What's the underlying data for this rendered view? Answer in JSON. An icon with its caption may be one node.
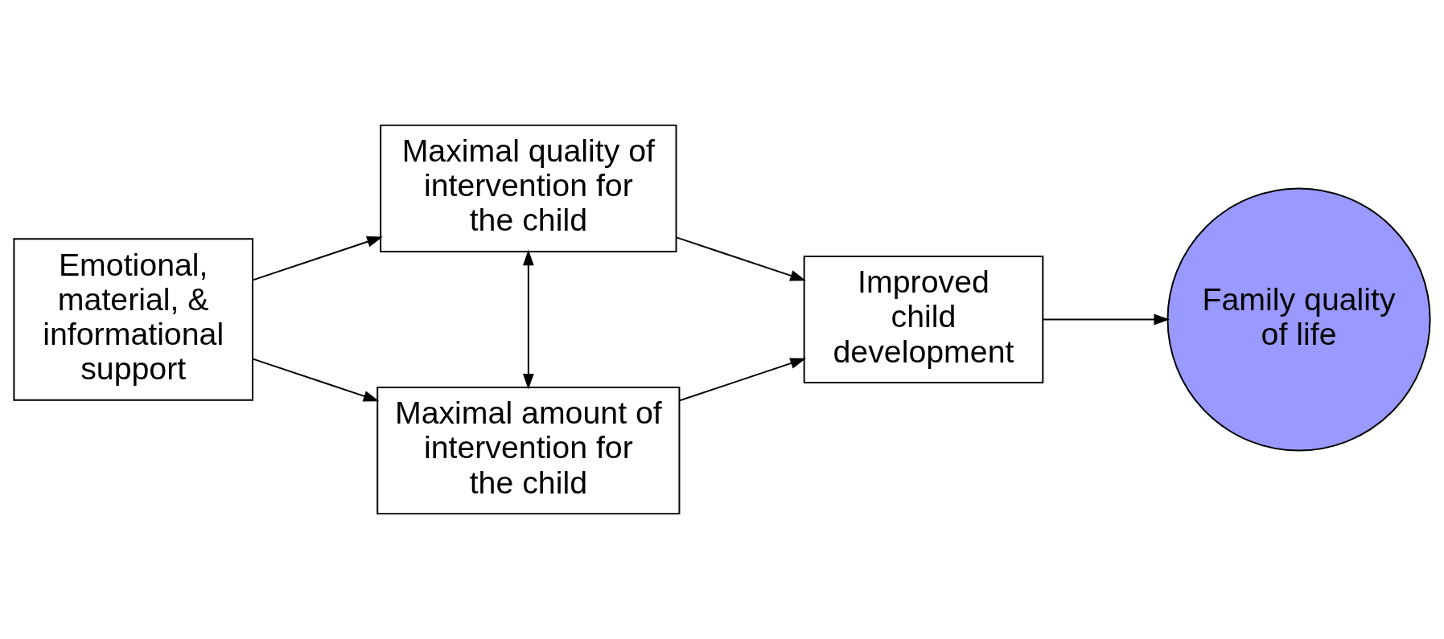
{
  "diagram": {
    "nodes": [
      {
        "text": [
          "Emotional, material, & informational support"
        ]
      },
      {
        "text": [
          "Maximal quality of intervention for the child"
        ]
      },
      {
        "text": [
          "Maximal amount of intervention for the child"
        ]
      },
      {
        "text": [
          "Improved child development"
        ]
      },
      {
        "text": [
          "Family quality of life"
        ]
      }
    ],
    "edges": [
      {
        "from": 0,
        "to": 1,
        "arrow": "to"
      },
      {
        "from": 0,
        "to": 2,
        "arrow": "to"
      },
      {
        "from": 1,
        "to": 2,
        "arrow": "both"
      },
      {
        "from": 1,
        "to": 3,
        "arrow": "to"
      },
      {
        "from": 2,
        "to": 3,
        "arrow": "to"
      },
      {
        "from": 3,
        "to": 4,
        "arrow": "to"
      }
    ]
  }
}
